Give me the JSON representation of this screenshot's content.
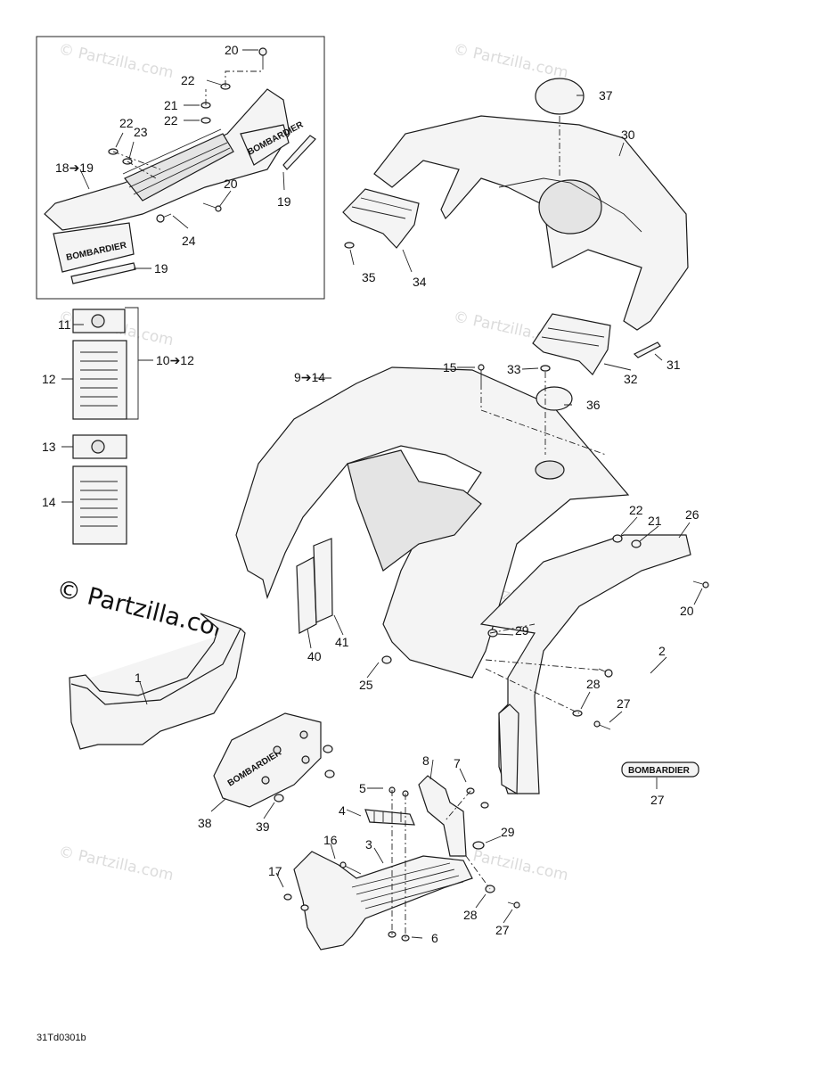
{
  "diagram": {
    "drawing_code": "31Td0301b",
    "watermark": "© Partzilla.com",
    "brand_text": "BOMBARDIER",
    "callouts": {
      "c1": "1",
      "c2": "2",
      "c3": "3",
      "c4": "4",
      "c5": "5",
      "c6": "6",
      "c7": "7",
      "c8": "8",
      "c9_14": "9➔14",
      "c10_12": "10➔12",
      "c11": "11",
      "c12": "12",
      "c13": "13",
      "c14": "14",
      "c15": "15",
      "c16": "16",
      "c17": "17",
      "c18_19": "18➔19",
      "c19a": "19",
      "c19b": "19",
      "c20a": "20",
      "c20b": "20",
      "c20c": "20",
      "c21a": "21",
      "c21b": "21",
      "c22a": "22",
      "c22b": "22",
      "c22c": "22",
      "c22d": "22",
      "c23": "23",
      "c24": "24",
      "c25": "25",
      "c26": "26",
      "c27a": "27",
      "c27b": "27",
      "c27c": "27",
      "c28a": "28",
      "c28b": "28",
      "c29a": "29",
      "c29b": "29",
      "c30": "30",
      "c31": "31",
      "c32": "32",
      "c33": "33",
      "c34": "34",
      "c35": "35",
      "c36": "36",
      "c37": "37",
      "c38": "38",
      "c39": "39",
      "c40": "40",
      "c41": "41"
    }
  }
}
